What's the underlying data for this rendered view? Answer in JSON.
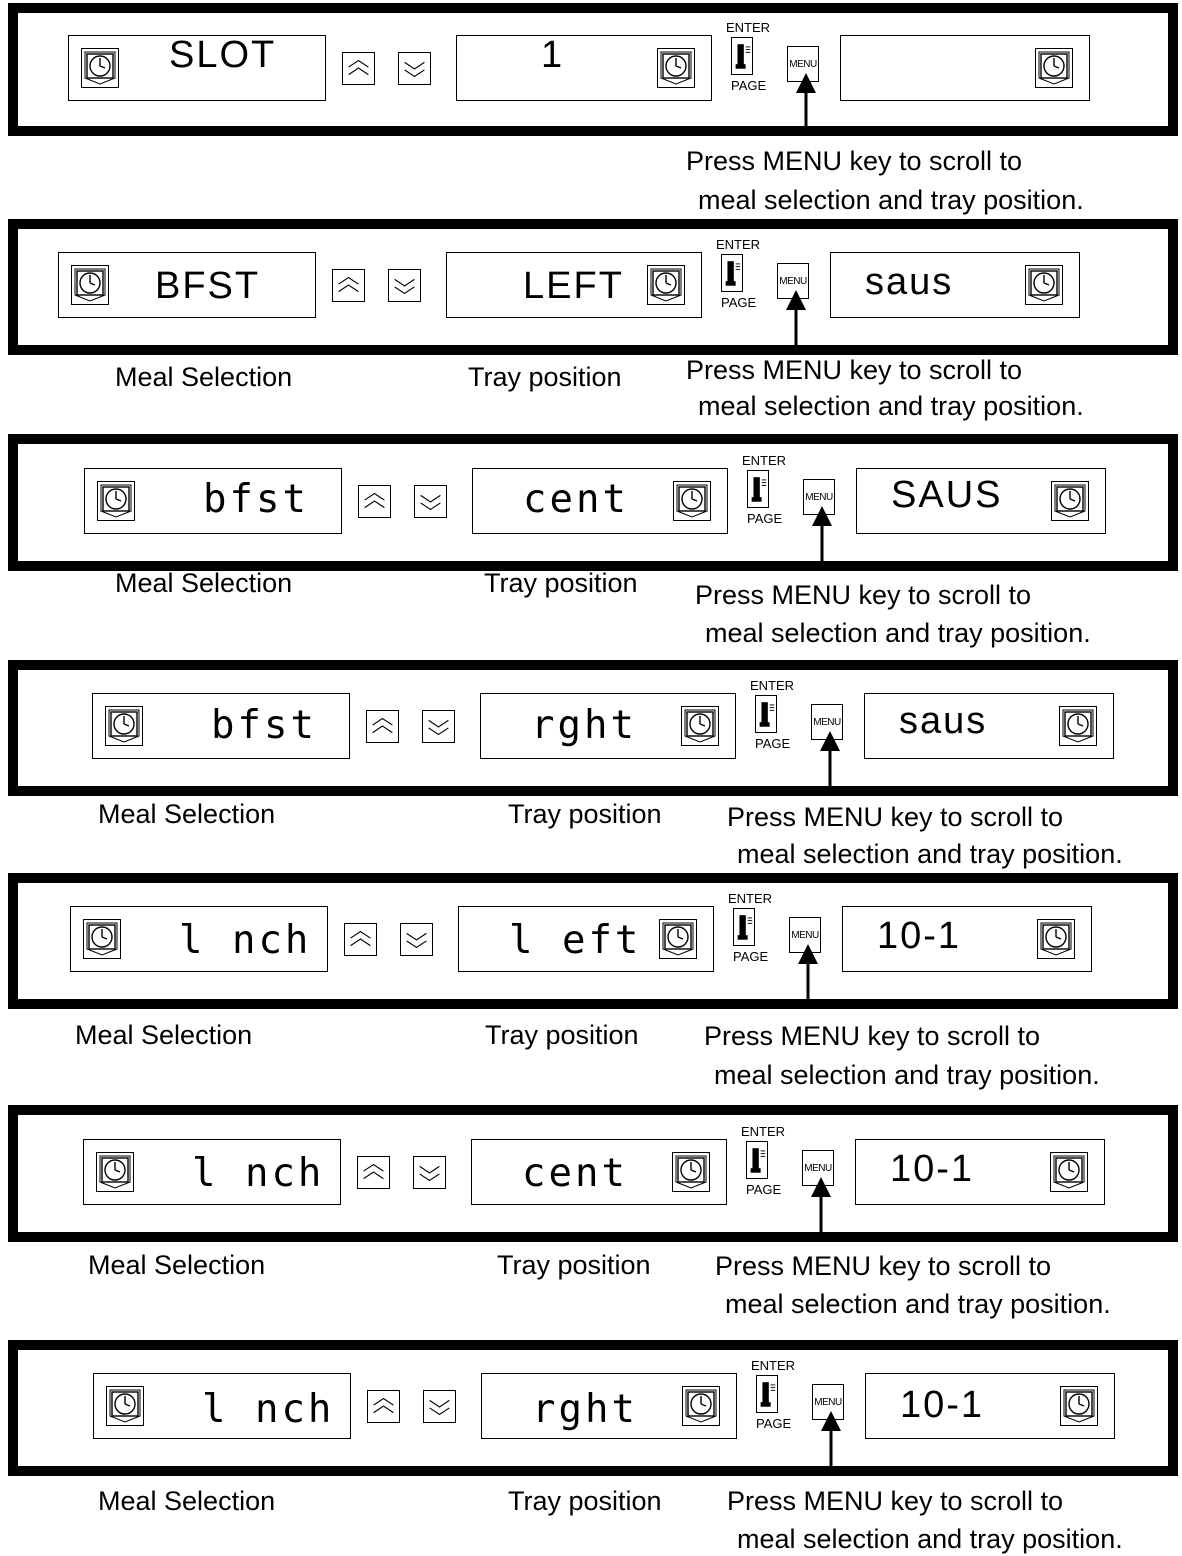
{
  "key_labels": {
    "enter": "ENTER",
    "page": "PAGE",
    "menu": "MENU"
  },
  "captions": {
    "meal_selection": "Meal Selection",
    "tray_position": "Tray position",
    "press_line1": "Press MENU key to scroll to",
    "press_line2": "meal selection and tray position."
  },
  "icons": {
    "clock": "clock-icon",
    "up": "up-chevron-icon",
    "down": "down-chevron-icon",
    "thermometer": "thermometer-icon"
  },
  "panels": [
    {
      "left": "SLOT",
      "middle": "1",
      "right": ""
    },
    {
      "left": "BFST",
      "middle": "LEFT",
      "right": "saus"
    },
    {
      "left": "bfst",
      "middle": "cent",
      "right": "SAUS"
    },
    {
      "left": "bfst",
      "middle": "rght",
      "right": "saus"
    },
    {
      "left": "l nch",
      "middle": "l eft",
      "right": "10-1"
    },
    {
      "left": "l nch",
      "middle": "cent",
      "right": "10-1"
    },
    {
      "left": "l nch",
      "middle": "rght",
      "right": "10-1"
    }
  ]
}
